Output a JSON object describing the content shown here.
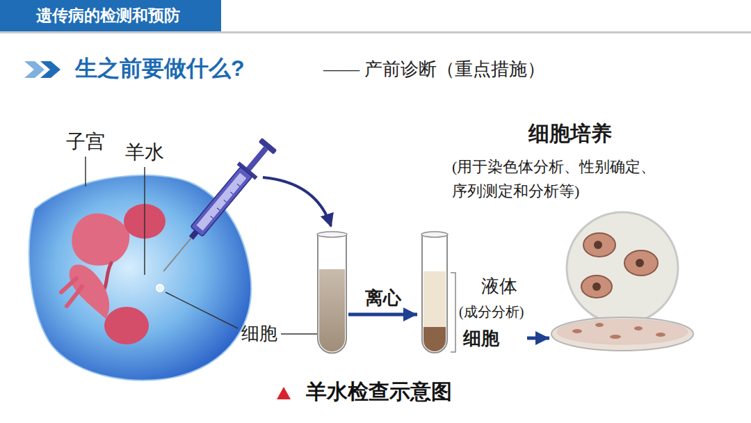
{
  "diagram": {
    "title": "遗传病的检测和预防",
    "caption": "羊水检查示意图",
    "nodes": [
      {
        "text": [
          "细胞"
        ]
      },
      {
        "text": [
          "液体",
          "(成分分析)",
          "细胞"
        ]
      },
      {
        "text": [
          "细胞培养",
          "(用于染色体分析、性别确定、 序列测定和分析等)"
        ]
      }
    ],
    "edges": [
      {
        "from": 0,
        "to": 1,
        "label": "离心",
        "arrow": "to"
      },
      {
        "from": 1,
        "to": 2,
        "arrow": "to"
      }
    ],
    "labels": [
      "生之前要做什么?",
      "—— 产前诊断（重点措施）",
      "子宫",
      "羊水"
    ]
  }
}
